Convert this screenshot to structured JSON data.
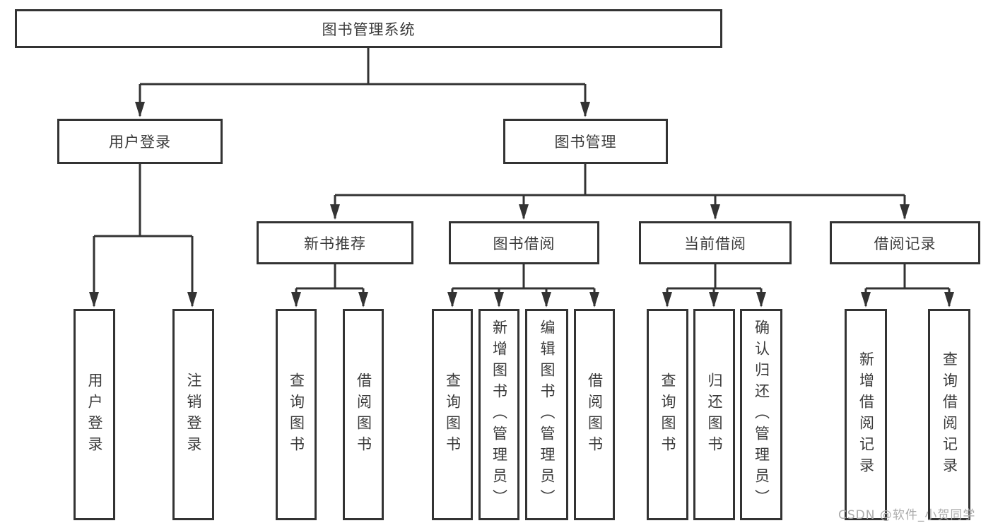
{
  "root": {
    "label": "图书管理系统"
  },
  "level2": [
    {
      "label": "用户登录"
    },
    {
      "label": "图书管理"
    }
  ],
  "level3": [
    {
      "label": "新书推荐",
      "parent": "图书管理"
    },
    {
      "label": "图书借阅",
      "parent": "图书管理"
    },
    {
      "label": "当前借阅",
      "parent": "图书管理"
    },
    {
      "label": "借阅记录",
      "parent": "图书管理"
    }
  ],
  "leaves": [
    {
      "label": "用户登录",
      "parent": "用户登录"
    },
    {
      "label": "注销登录",
      "parent": "用户登录"
    },
    {
      "label": "查询图书",
      "parent": "新书推荐"
    },
    {
      "label": "借阅图书",
      "parent": "新书推荐"
    },
    {
      "label": "查询图书",
      "parent": "图书借阅"
    },
    {
      "label": "新增图书（管理员）",
      "parent": "图书借阅"
    },
    {
      "label": "编辑图书（管理员）",
      "parent": "图书借阅"
    },
    {
      "label": "借阅图书",
      "parent": "图书借阅"
    },
    {
      "label": "查询图书",
      "parent": "当前借阅"
    },
    {
      "label": "归还图书",
      "parent": "当前借阅"
    },
    {
      "label": "确认归还（管理员）",
      "parent": "当前借阅"
    },
    {
      "label": "新增借阅记录",
      "parent": "借阅记录"
    },
    {
      "label": "查询借阅记录",
      "parent": "借阅记录"
    }
  ],
  "watermark": {
    "text": "CSDN @软件_小贺同学"
  },
  "colors": {
    "line": "#333333",
    "text": "#3a3a3a",
    "watermark": "#ababab",
    "background": "#ffffff"
  }
}
